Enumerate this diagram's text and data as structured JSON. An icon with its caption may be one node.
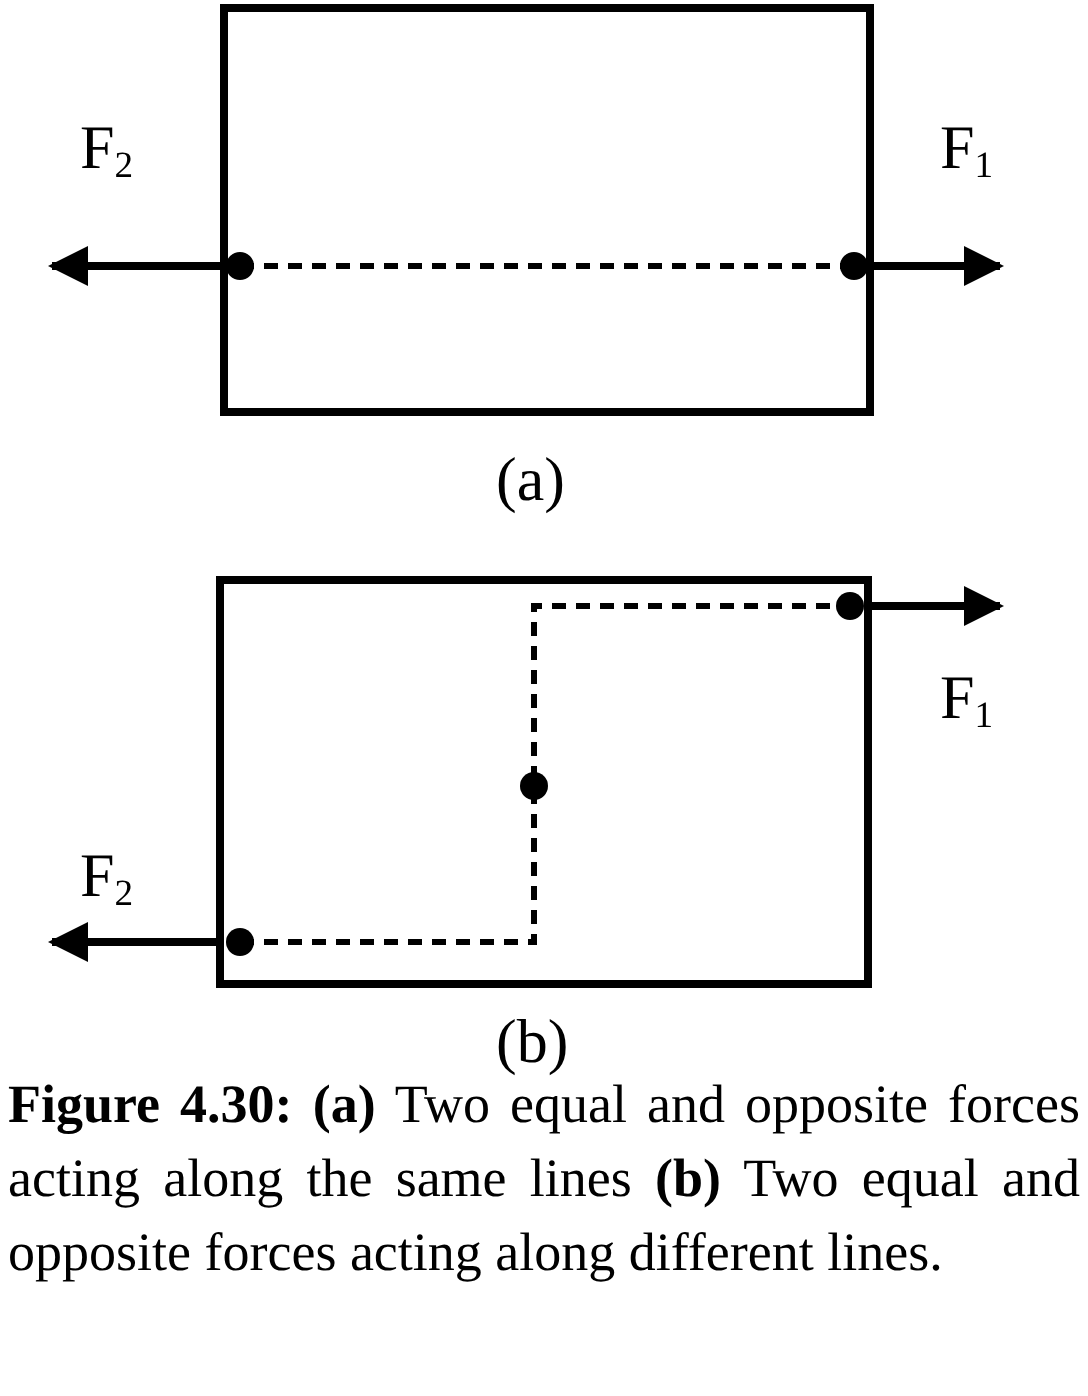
{
  "diagram": {
    "caption": "**Figure 4.30:** **(a)** Two equal and opposite forces acting along the same lines **(b)** Two equal and opposite forces acting along different lines.",
    "nodes": [
      {
        "text": [],
        "shape": "box",
        "beside": [
          "(a)"
        ]
      },
      {
        "text": [],
        "shape": "box",
        "beside": [
          "(b)"
        ]
      }
    ],
    "labels": [
      "F$_{2}$",
      "F$_{1}$",
      "F$_{1}$",
      "F$_{2}$"
    ]
  }
}
